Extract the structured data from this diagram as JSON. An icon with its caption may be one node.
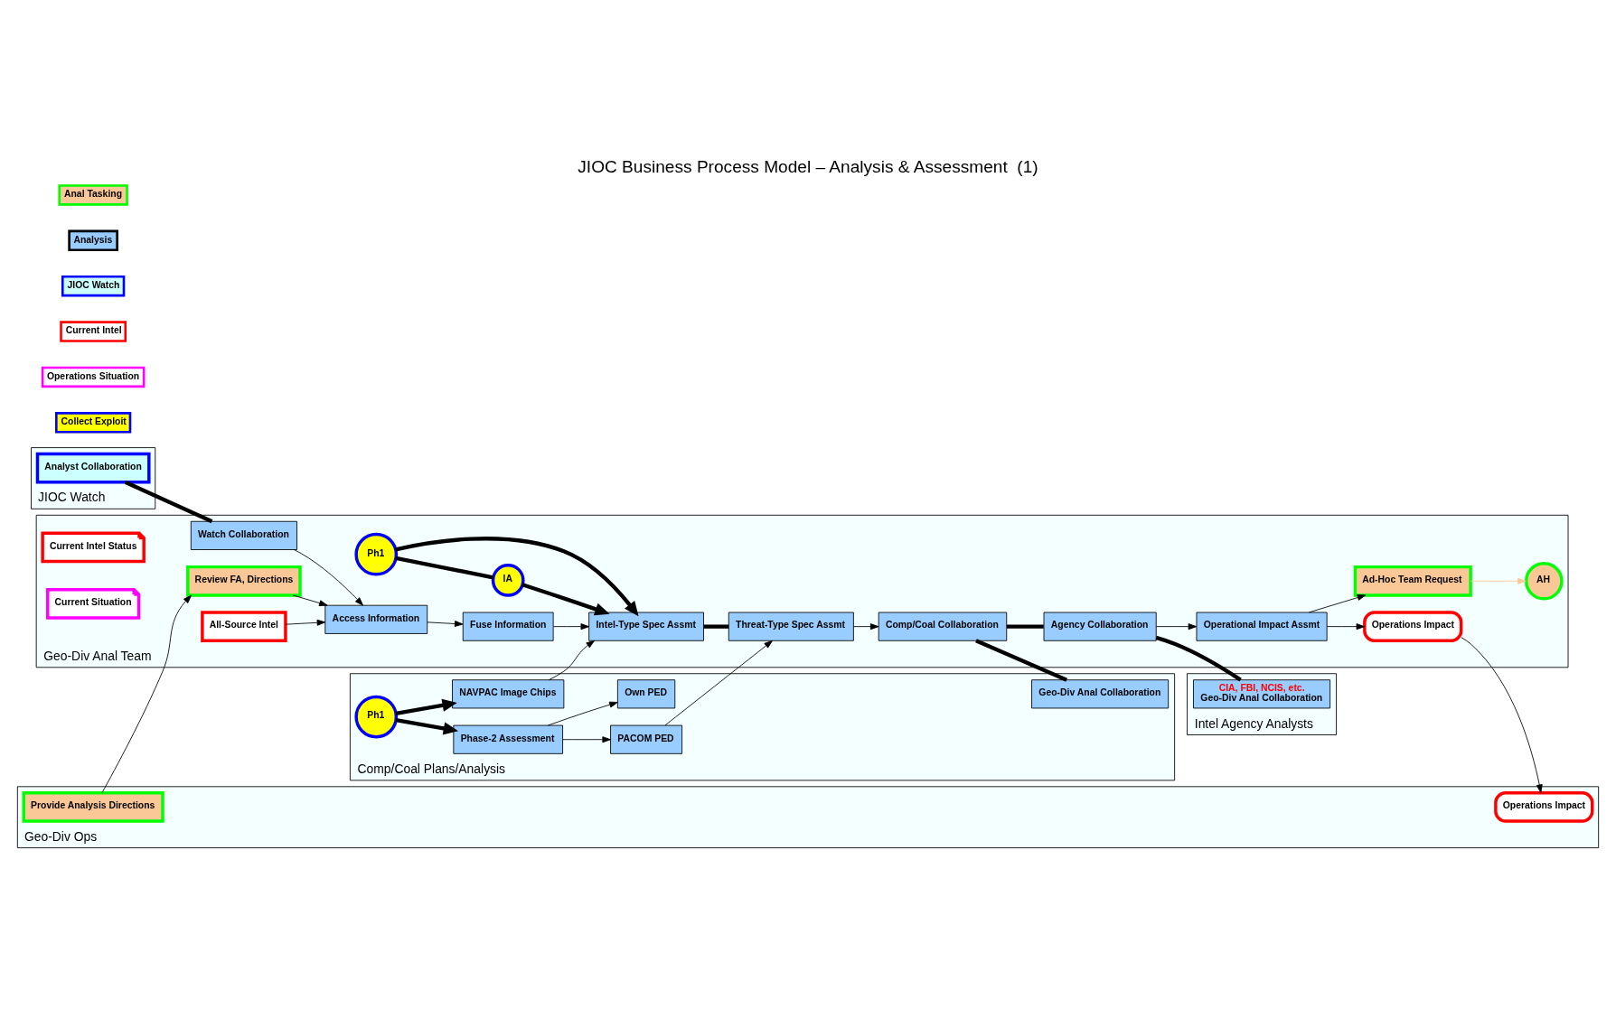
{
  "diagram": {
    "title": "JIOC Business Process Model – Analysis & Assessment  (1)",
    "nodes": [
      {
        "text": [
          "JIOC Watch"
        ]
      },
      {
        "text": [
          "Geo-Div Ops"
        ]
      },
      {
        "text": [
          "Geo-Div Anal Team"
        ]
      },
      {
        "text": [
          "Comp/Coal Plans/Analysis"
        ]
      },
      {
        "text": [
          "Intel Agency Analysts"
        ]
      },
      {
        "text": [
          "Analyst Collaboration"
        ],
        "in": 0
      },
      {
        "text": [
          "Provide Analysis Directions"
        ],
        "in": 1
      },
      {
        "text": [
          "Operations Impact"
        ],
        "in": 1
      },
      {
        "text": [
          "Watch Collaboration"
        ],
        "in": 2
      },
      {
        "text": [
          "Ph1"
        ],
        "in": 2
      },
      {
        "text": [
          "IA"
        ],
        "in": 2
      },
      {
        "text": [
          "Review FA, Directions"
        ],
        "in": 2
      },
      {
        "text": [
          "Access Information"
        ],
        "in": 2
      },
      {
        "text": [
          "Fuse Information"
        ],
        "in": 2
      },
      {
        "text": [
          "Intel-Type Spec Assmt"
        ],
        "in": 2
      },
      {
        "text": [
          "Threat-Type Spec Assmt"
        ],
        "in": 2
      },
      {
        "text": [
          "Comp/Coal Collaboration"
        ],
        "in": 2
      },
      {
        "text": [
          "Agency Collaboration"
        ],
        "in": 2
      },
      {
        "text": [
          "Operational Impact Assmt"
        ],
        "in": 2
      },
      {
        "text": [
          "Operations Impact"
        ],
        "in": 2
      },
      {
        "text": [
          "Current Intel Status"
        ],
        "in": 2
      },
      {
        "text": [
          "All-Source Intel"
        ],
        "in": 2
      },
      {
        "text": [
          "Ad-Hoc Team Request"
        ],
        "in": 2
      },
      {
        "text": [
          "AH"
        ],
        "in": 2
      },
      {
        "text": [
          "Current Situation"
        ],
        "in": 2
      },
      {
        "text": [
          "NAVPAC Image Chips"
        ],
        "in": 3
      },
      {
        "text": [
          "Ph1"
        ],
        "in": 3
      },
      {
        "text": [
          "PACOM PED"
        ],
        "in": 3
      },
      {
        "text": [
          "Phase-2 Assessment"
        ],
        "in": 3
      },
      {
        "text": [
          "Own PED"
        ],
        "in": 3
      },
      {
        "text": [
          "Geo-Div Anal Collaboration"
        ],
        "in": 3
      },
      {
        "text": [
          "CIA, FBI, NCIS, etc.",
          "Geo-Div Anal Collaboration"
        ],
        "in": 4
      }
    ],
    "edges": [
      {
        "from": 5,
        "to": 8,
        "arrow": "none",
        "style": "thick"
      },
      {
        "from": 6,
        "to": 11,
        "arrow": "to"
      },
      {
        "from": 8,
        "to": 12,
        "arrow": "to"
      },
      {
        "from": 11,
        "to": 12,
        "arrow": "to"
      },
      {
        "from": 12,
        "to": 13,
        "arrow": "to"
      },
      {
        "from": 13,
        "to": 14,
        "arrow": "to"
      },
      {
        "from": 9,
        "to": 10,
        "arrow": "none",
        "style": "thick"
      },
      {
        "from": 9,
        "to": 14,
        "arrow": "to",
        "style": "thick"
      },
      {
        "from": 10,
        "to": 14,
        "arrow": "to",
        "style": "thick"
      },
      {
        "from": 14,
        "to": 15,
        "arrow": "none",
        "style": "thick"
      },
      {
        "from": 15,
        "to": 16,
        "arrow": "to"
      },
      {
        "from": 16,
        "to": 17,
        "arrow": "none",
        "style": "thick"
      },
      {
        "from": 17,
        "to": 18,
        "arrow": "to"
      },
      {
        "from": 18,
        "to": 19,
        "arrow": "to"
      },
      {
        "from": 19,
        "to": 7,
        "arrow": "to"
      },
      {
        "from": 18,
        "to": 22,
        "arrow": "to"
      },
      {
        "from": 22,
        "to": 23,
        "arrow": "to",
        "color": "#fac896"
      },
      {
        "from": 21,
        "to": 12,
        "arrow": "to"
      },
      {
        "from": 25,
        "to": 14,
        "arrow": "to"
      },
      {
        "from": 27,
        "to": 15,
        "arrow": "to"
      },
      {
        "from": 26,
        "to": 25,
        "arrow": "to",
        "style": "thick"
      },
      {
        "from": 26,
        "to": 28,
        "arrow": "to",
        "style": "thick"
      },
      {
        "from": 28,
        "to": 27,
        "arrow": "to"
      },
      {
        "from": 28,
        "to": 29,
        "arrow": "to"
      },
      {
        "from": 16,
        "to": 30,
        "arrow": "none",
        "style": "thick"
      },
      {
        "from": 17,
        "to": 31,
        "arrow": "none",
        "style": "thick"
      }
    ],
    "legend": [
      {
        "text": "Anal Tasking",
        "color": "#fac896"
      },
      {
        "text": "Analysis",
        "color": "#99ccff"
      },
      {
        "text": "JIOC Watch",
        "color": "#ccffff"
      },
      {
        "text": "Current Intel",
        "color": "#ffffff"
      },
      {
        "text": "Operations Situation",
        "color": "#ffffff"
      },
      {
        "text": "Collect Exploit",
        "color": "#ffff00"
      }
    ]
  }
}
